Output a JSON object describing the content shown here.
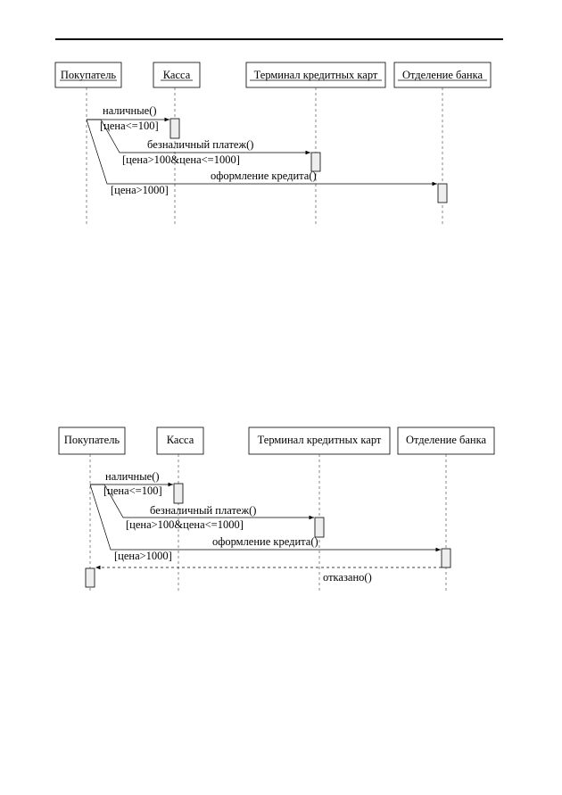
{
  "diagram_1": {
    "objects": [
      "Покупатель",
      "Касса",
      "Терминал кредитных карт",
      "Отделение банка"
    ],
    "messages": [
      {
        "label": "наличные()",
        "guard": "[цена<=100]",
        "from": "Покупатель",
        "to": "Касса"
      },
      {
        "label": "безналичный платеж()",
        "guard": "[цена>100&цена<=1000]",
        "from": "Покупатель",
        "to": "Терминал кредитных карт"
      },
      {
        "label": "оформление кредита()",
        "guard": "[цена>1000]",
        "from": "Покупатель",
        "to": "Отделение банка"
      }
    ]
  },
  "diagram_2": {
    "objects": [
      "Покупатель",
      "Касса",
      "Терминал кредитных карт",
      "Отделение банка"
    ],
    "messages": [
      {
        "label": "наличные()",
        "guard": "[цена<=100]",
        "from": "Покупатель",
        "to": "Касса"
      },
      {
        "label": "безналичный платеж()",
        "guard": "[цена>100&цена<=1000]",
        "from": "Покупатель",
        "to": "Терминал кредитных карт"
      },
      {
        "label": "оформление кредита()",
        "guard": "[цена>1000]",
        "from": "Покупатель",
        "to": "Отделение банка"
      }
    ],
    "return_message": {
      "label": "отказано()",
      "from": "Отделение банка",
      "to": "Покупатель"
    }
  }
}
